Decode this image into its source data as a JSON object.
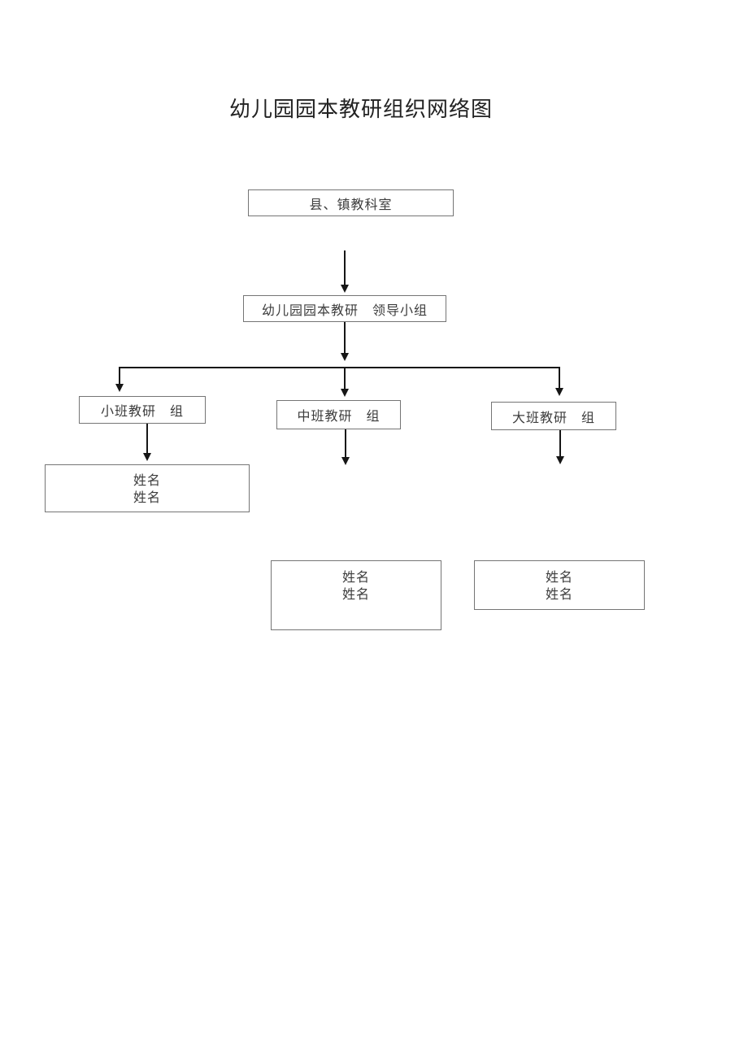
{
  "title": "幼儿园园本教研组织网络图",
  "nodes": {
    "county_town_office": {
      "label": "县、镇教科室"
    },
    "leading_group": {
      "label": "幼儿园园本教研　领导小组"
    },
    "small_class_group": {
      "label": "小班教研　组"
    },
    "middle_class_group": {
      "label": "中班教研　组"
    },
    "large_class_group": {
      "label": "大班教研　组"
    },
    "small_class_names": {
      "line1": "姓名",
      "line2": "姓名"
    },
    "middle_class_names": {
      "line1": "姓名",
      "line2": "姓名"
    },
    "large_class_names": {
      "line1": "姓名",
      "line2": "姓名"
    }
  },
  "colors": {
    "page_background": "#ffffff",
    "box_border": "#757575",
    "text": "#3d3d3d",
    "arrow": "#161616"
  }
}
